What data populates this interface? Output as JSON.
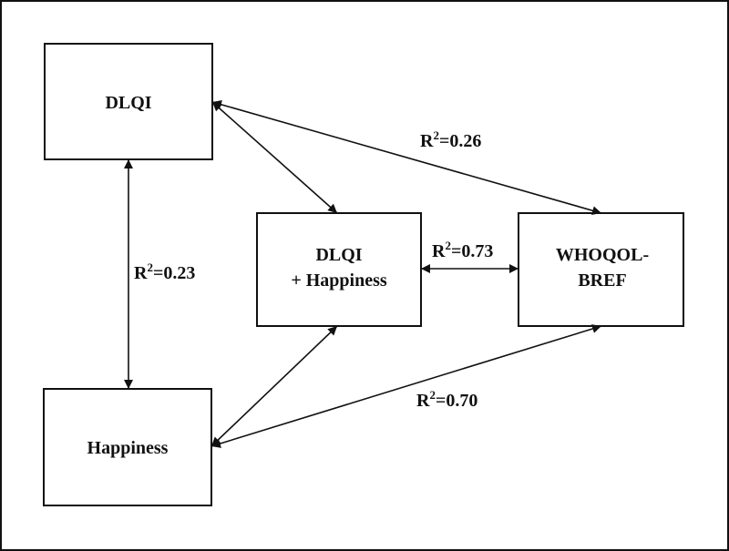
{
  "nodes": {
    "dlqi": {
      "lines": [
        "DLQI"
      ]
    },
    "combined": {
      "lines": [
        "DLQI",
        "+ Happiness"
      ]
    },
    "whoqol": {
      "lines": [
        "WHOQOL-",
        "BREF"
      ]
    },
    "happiness": {
      "lines": [
        "Happiness"
      ]
    }
  },
  "edges": {
    "dlqi_whoqol": {
      "r2_prefix": "R",
      "r2_sup": "2",
      "r2_value": "=0.26"
    },
    "dlqi_happiness": {
      "r2_prefix": "R",
      "r2_sup": "2",
      "r2_value": "=0.23"
    },
    "combined_whoqol": {
      "r2_prefix": "R",
      "r2_sup": "2",
      "r2_value": "=0.73"
    },
    "happiness_whoqol": {
      "r2_prefix": "R",
      "r2_sup": "2",
      "r2_value": "=0.70"
    }
  },
  "colors": {
    "stroke": "#111111",
    "background": "#ffffff"
  }
}
